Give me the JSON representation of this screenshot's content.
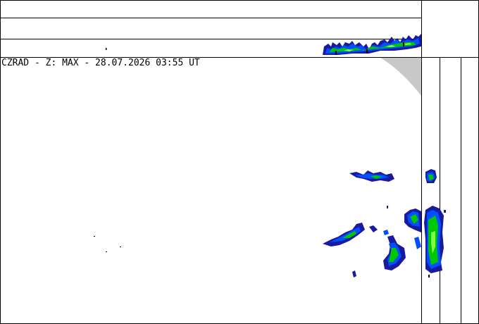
{
  "radar": {
    "title": "CZRAD - Z: MAX - 28.07.2026 03:55 UT",
    "product": "MAX",
    "layout_panels": [
      "top-projection",
      "main-plan-view",
      "side-projection"
    ]
  },
  "colors": {
    "background": "#ffffff",
    "frame": "#000000",
    "no_coverage": "#c8c8c8",
    "echo_weak": "#1a1aa0",
    "echo_mid": "#0050ff",
    "echo_strong": "#00c800",
    "echo_peak": "#80ff40"
  }
}
